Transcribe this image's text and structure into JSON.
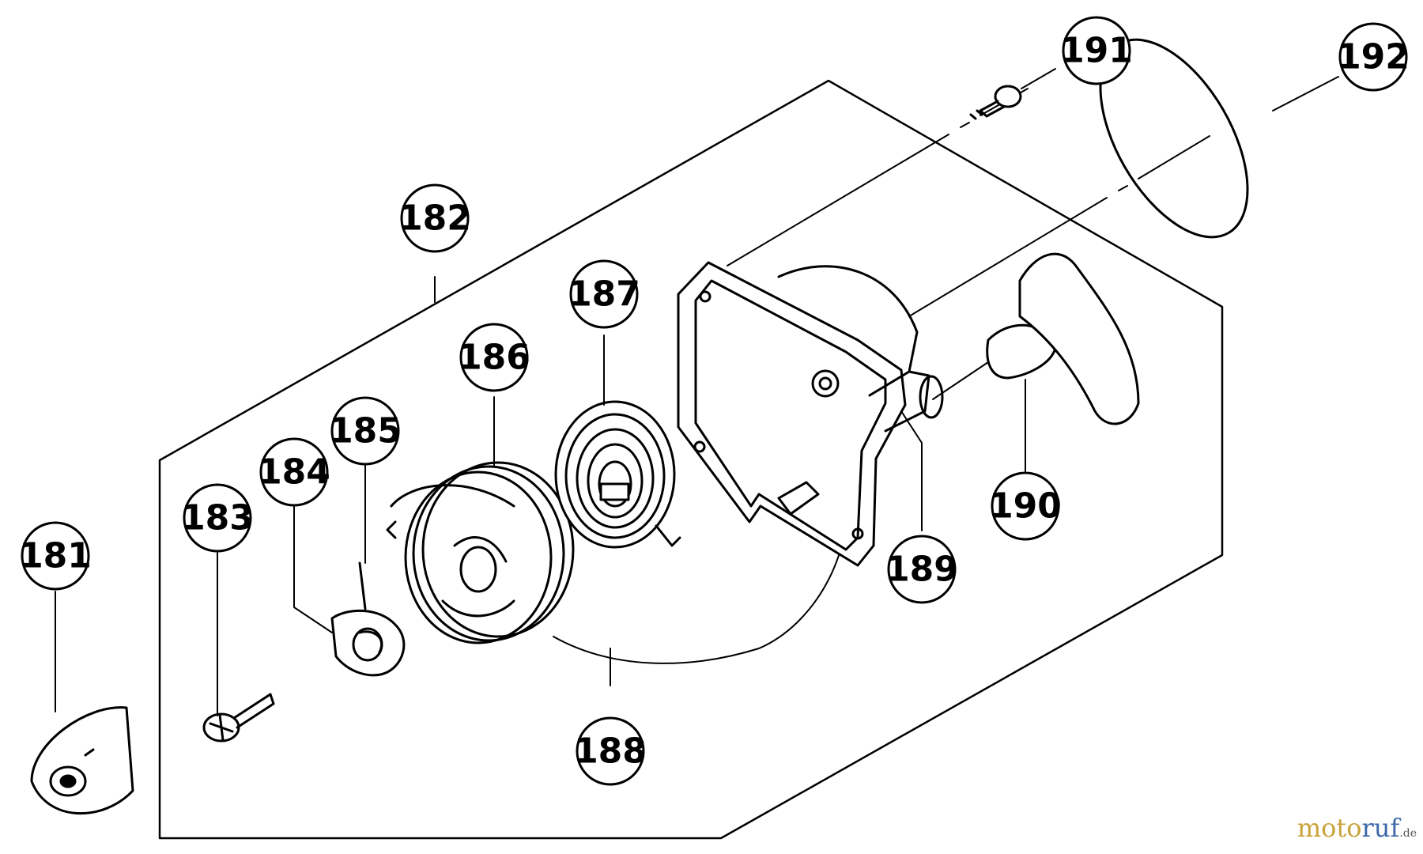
{
  "diagram": {
    "callouts": [
      "181",
      "182",
      "183",
      "184",
      "185",
      "186",
      "187",
      "188",
      "189",
      "190",
      "191",
      "192"
    ],
    "watermark": {
      "part_a": "moto",
      "part_b": "ruf",
      "part_c": ".de"
    },
    "colors": {
      "line": "#000000",
      "background": "#ffffff",
      "watermark_gold": "#c9a33a",
      "watermark_blue": "#3c68a8"
    }
  }
}
